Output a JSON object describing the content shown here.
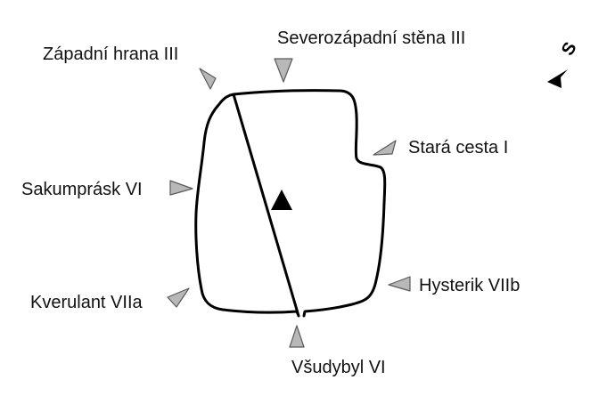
{
  "colors": {
    "outline": "#000000",
    "marker_fill": "#b8b8b8",
    "marker_stroke": "#5a5a5a",
    "summit": "#000000",
    "background": "#ffffff"
  },
  "compass": {
    "letter": "S",
    "icon": "north-arrow-icon"
  },
  "summit": {
    "icon": "summit-triangle-icon"
  },
  "routes": [
    {
      "id": "zapadni-hrana",
      "label": "Západní hrana III"
    },
    {
      "id": "severozapadni-stena",
      "label": "Severozápadní stěna III"
    },
    {
      "id": "stara-cesta",
      "label": "Stará cesta I"
    },
    {
      "id": "sakumprask",
      "label": "Sakumprásk VI"
    },
    {
      "id": "hysterik",
      "label": "Hysterik VIIb"
    },
    {
      "id": "kverulant",
      "label": "Kverulant VIIa"
    },
    {
      "id": "vsudybyl",
      "label": "Všudybyl VI"
    }
  ]
}
